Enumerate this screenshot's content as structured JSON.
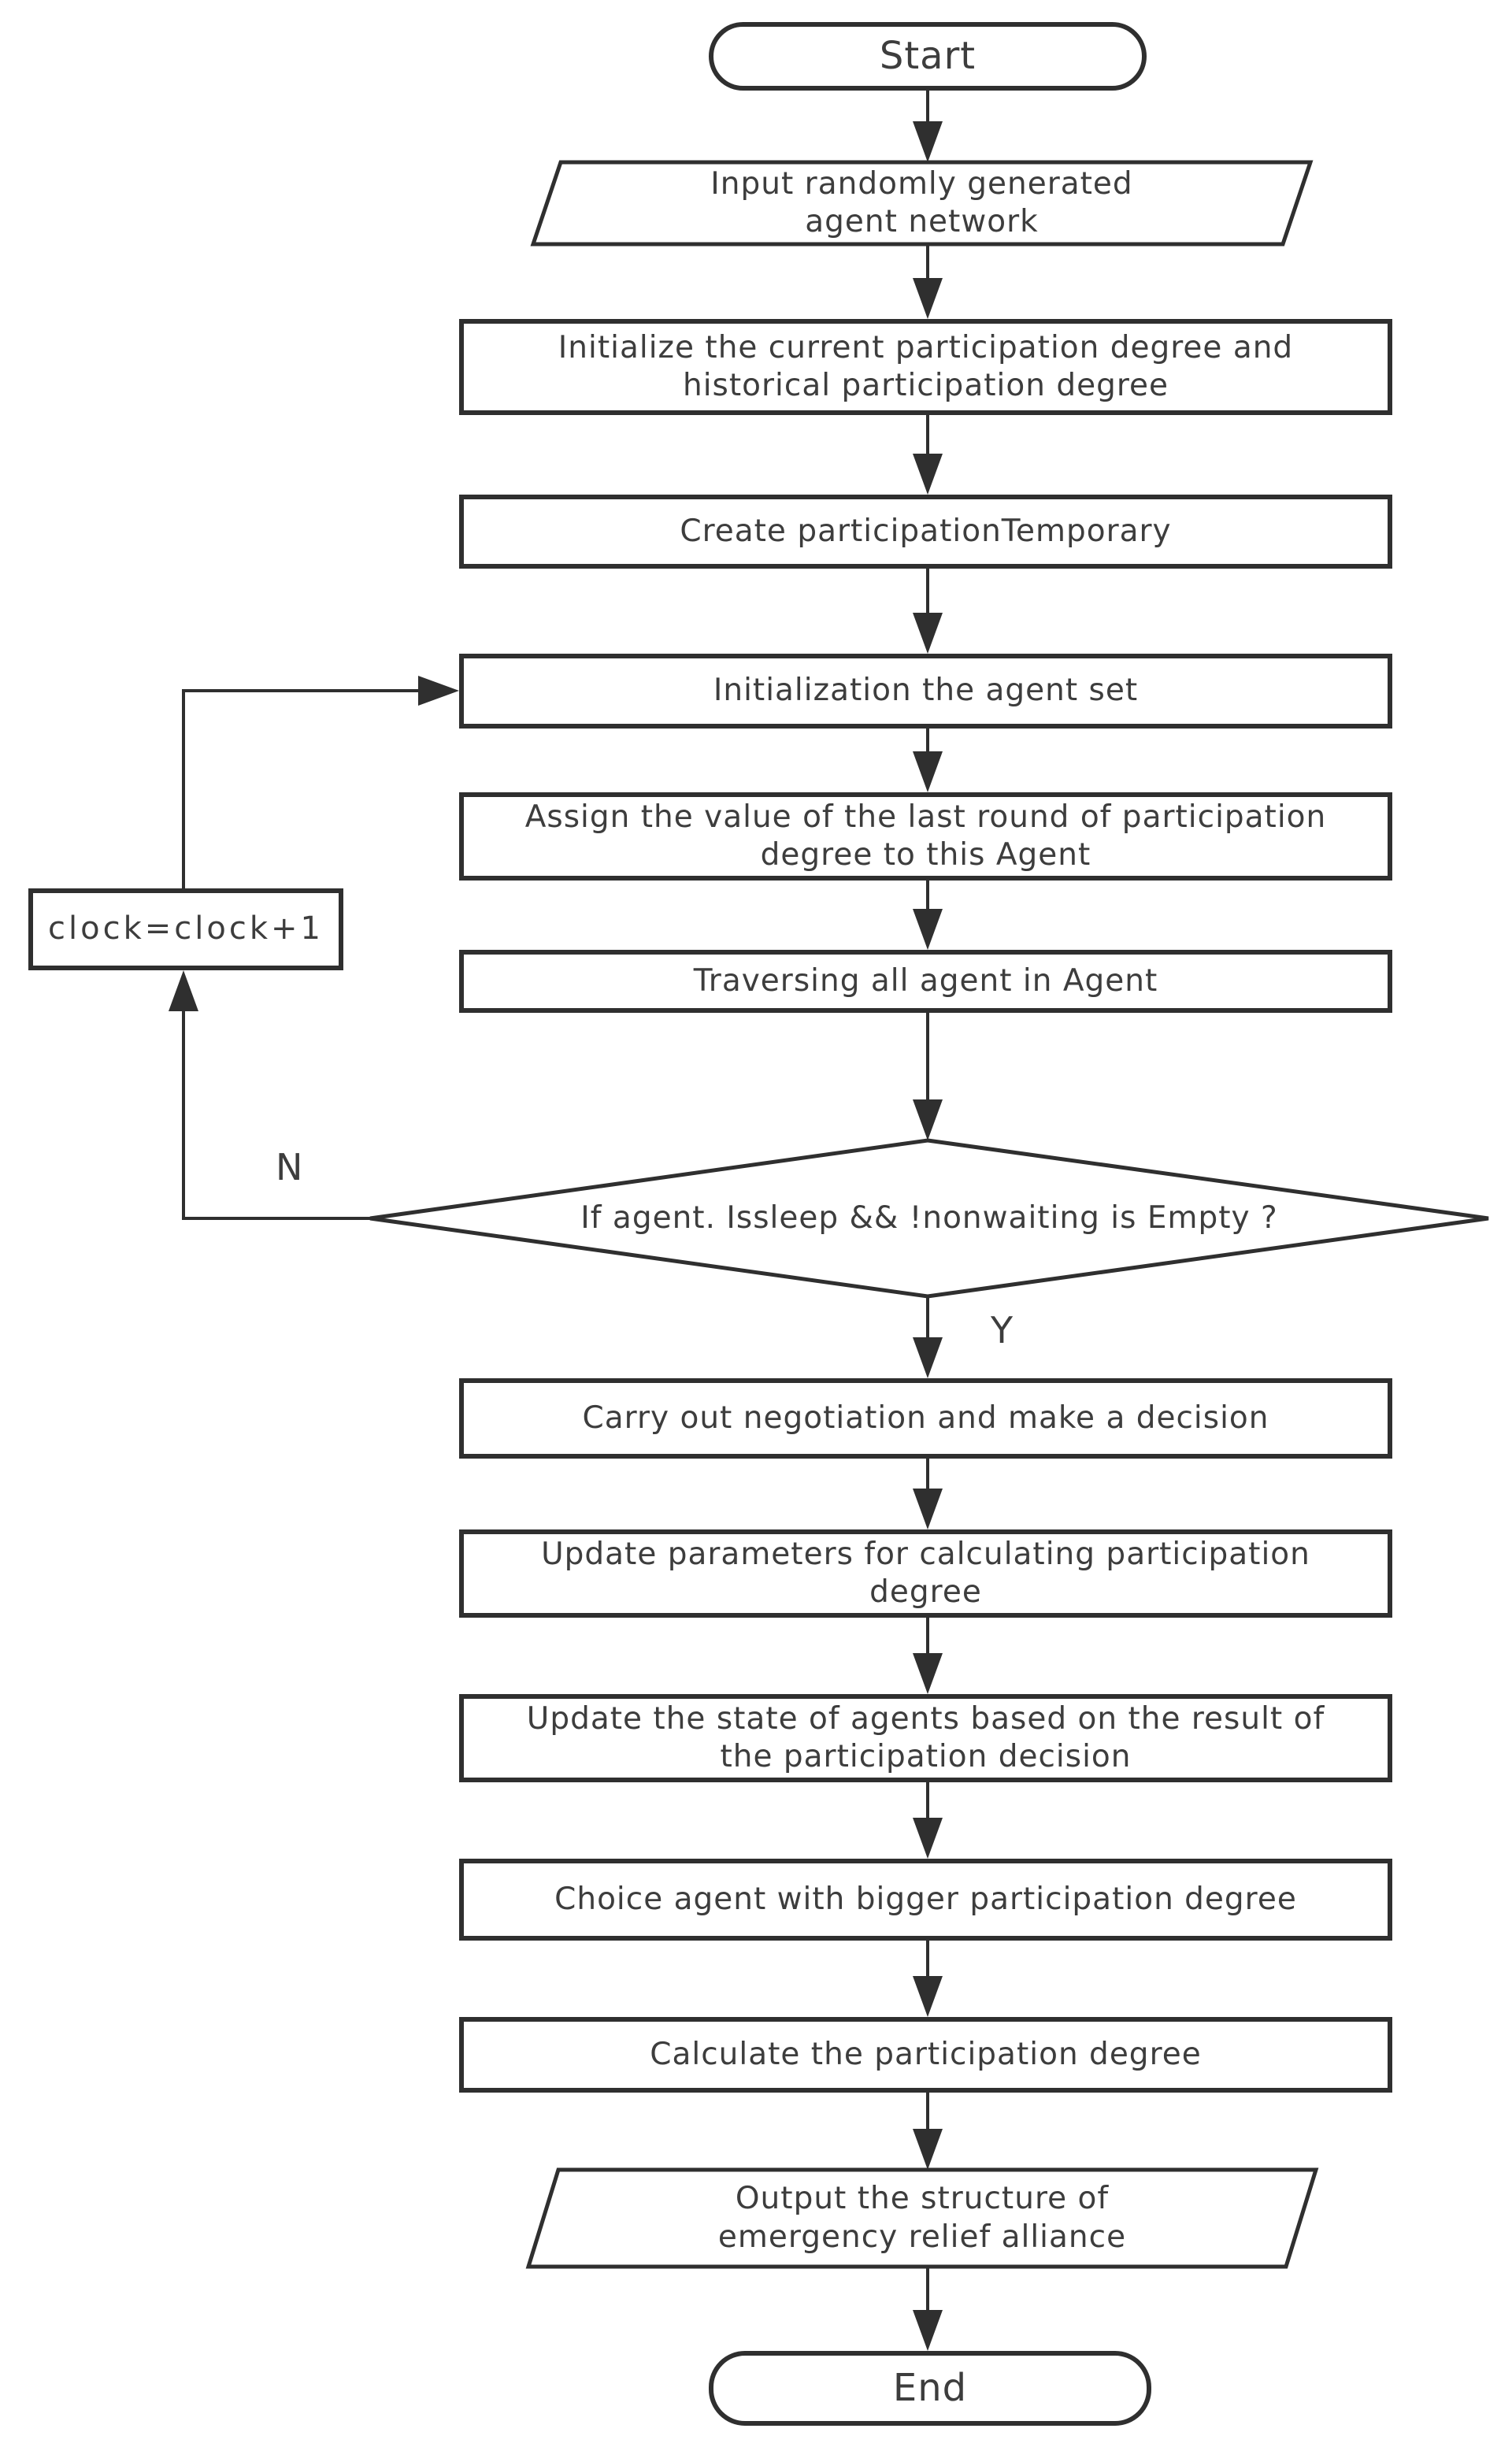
{
  "diagram": {
    "type": "flowchart",
    "background_color": "#ffffff",
    "line_color": "#2f2f2f",
    "text_color": "#3d3d3d",
    "nodes": {
      "start": {
        "shape": "terminator",
        "label": "Start"
      },
      "input_network": {
        "shape": "io",
        "label": "Input randomly generated\nagent network"
      },
      "init_participation": {
        "shape": "process",
        "label": "Initialize the current participation degree and\nhistorical participation degree"
      },
      "create_temporary": {
        "shape": "process",
        "label": "Create participationTemporary"
      },
      "init_agent_set": {
        "shape": "process",
        "label": "Initialization the agent set"
      },
      "assign_last_round": {
        "shape": "process",
        "label": "Assign the value of the last round of participation\ndegree to this Agent"
      },
      "traverse_agents": {
        "shape": "process",
        "label": "Traversing all agent in Agent"
      },
      "sleep_check": {
        "shape": "decision",
        "label": "If agent. Issleep && !nonwaiting is Empty ?"
      },
      "clock_increment": {
        "shape": "process",
        "label": "clock=clock+1"
      },
      "negotiation": {
        "shape": "process",
        "label": "Carry out negotiation and make a decision"
      },
      "update_parameters": {
        "shape": "process",
        "label": "Update parameters for calculating participation\ndegree"
      },
      "update_state": {
        "shape": "process",
        "label": "Update the state of agents based on the result of\nthe participation decision"
      },
      "choice_agent": {
        "shape": "process",
        "label": "Choice agent with bigger participation degree"
      },
      "calculate_degree": {
        "shape": "process",
        "label": "Calculate the participation degree"
      },
      "output_structure": {
        "shape": "io",
        "label": "Output the structure of\nemergency relief alliance"
      },
      "end": {
        "shape": "terminator",
        "label": "End"
      }
    },
    "edge_labels": {
      "no": "N",
      "yes": "Y"
    },
    "edges": [
      {
        "from": "start",
        "to": "input_network"
      },
      {
        "from": "input_network",
        "to": "init_participation"
      },
      {
        "from": "init_participation",
        "to": "create_temporary"
      },
      {
        "from": "create_temporary",
        "to": "init_agent_set"
      },
      {
        "from": "init_agent_set",
        "to": "assign_last_round"
      },
      {
        "from": "assign_last_round",
        "to": "traverse_agents"
      },
      {
        "from": "traverse_agents",
        "to": "sleep_check"
      },
      {
        "from": "sleep_check",
        "to": "negotiation",
        "label": "Y"
      },
      {
        "from": "sleep_check",
        "to": "clock_increment",
        "label": "N"
      },
      {
        "from": "clock_increment",
        "to": "init_agent_set"
      },
      {
        "from": "negotiation",
        "to": "update_parameters"
      },
      {
        "from": "update_parameters",
        "to": "update_state"
      },
      {
        "from": "update_state",
        "to": "choice_agent"
      },
      {
        "from": "choice_agent",
        "to": "calculate_degree"
      },
      {
        "from": "calculate_degree",
        "to": "output_structure"
      },
      {
        "from": "output_structure",
        "to": "end"
      }
    ]
  }
}
